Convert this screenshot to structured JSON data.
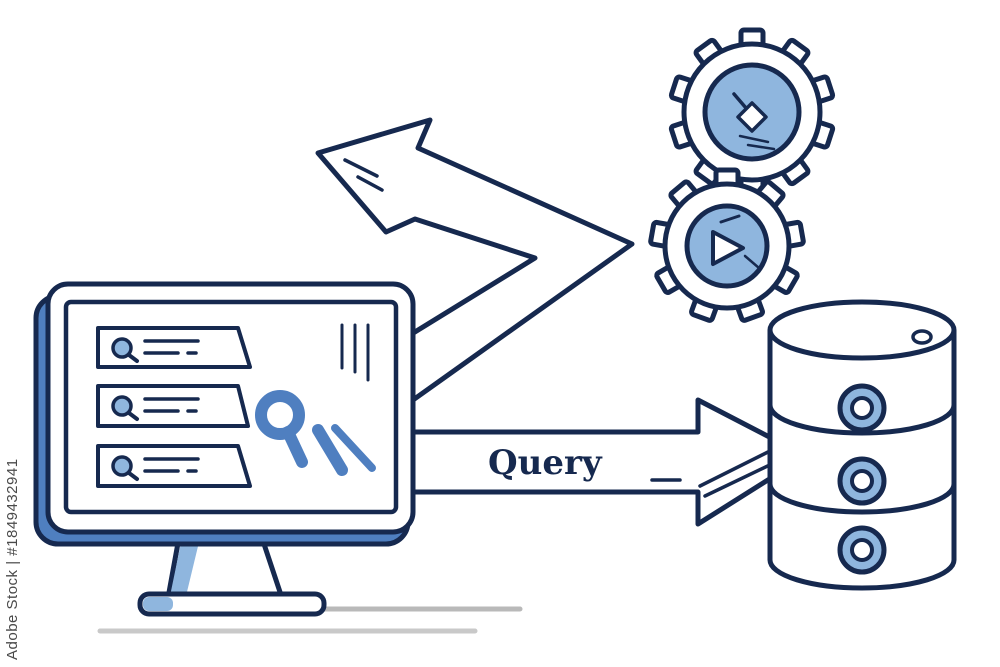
{
  "arrow_label": "Query",
  "side_caption": "Adobe Stock | #1849432941",
  "colors": {
    "outline": "#16294f",
    "accent": "#4f7fc0",
    "accent_fill": "#8fb6de",
    "ground_shadow": "#b9b9b9",
    "background": "#ffffff"
  },
  "screen": {
    "list_rows": 3,
    "row_icon": "search-icon",
    "center_icon": "search-icon"
  },
  "gears": [
    {
      "name": "gear-top",
      "icon": "cube-icon"
    },
    {
      "name": "gear-bottom",
      "icon": "play-icon"
    }
  ],
  "database": {
    "icon": "database-icon",
    "segments": 3
  }
}
